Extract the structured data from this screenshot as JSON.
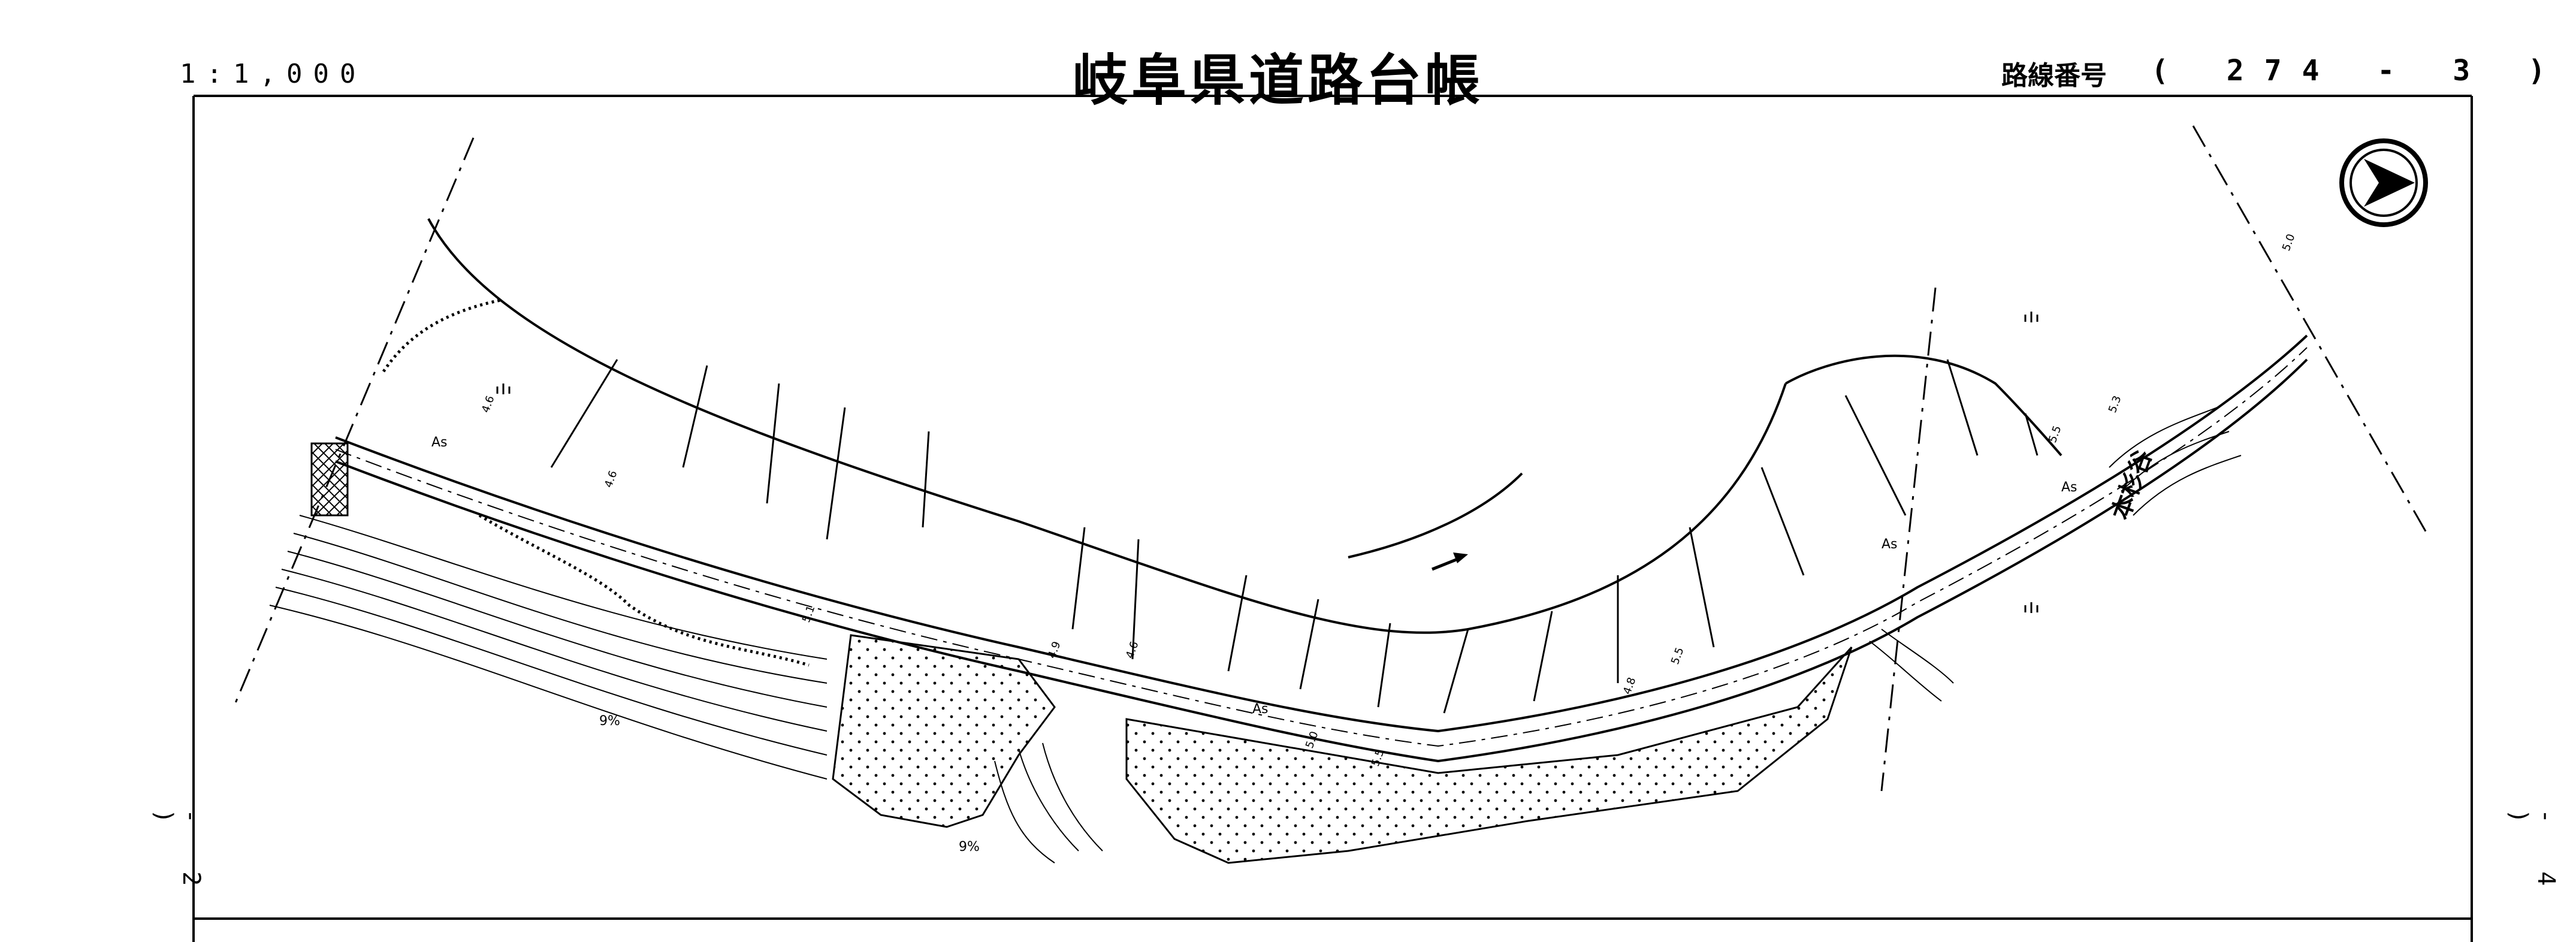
{
  "header": {
    "scale": "1:1,000",
    "title": "岐阜県道路台帳",
    "route_label": "路線番号",
    "route_number": "( 274 - 3 )"
  },
  "sheet_refs": {
    "left": "- 2 )",
    "right": "- 4 )"
  },
  "map": {
    "labels": {
      "slope_left": "9%",
      "slope_center": "9%",
      "surface_a": "As",
      "surface_b": "As",
      "surface_c": "As",
      "surface_d": "As",
      "width_a": "4.6",
      "width_b": "4.6",
      "width_c": "5.1",
      "width_d": "4.9",
      "width_e": "4.6",
      "width_f": "5.0",
      "width_g": "5.5",
      "width_h": "4.8",
      "width_i": "5.5",
      "width_j": "5.5",
      "width_k": "5.3",
      "width_l": "5.0",
      "valley_name": "本杉谷"
    },
    "icons": [
      "north-arrow-icon",
      "flow-arrow-icon",
      "vegetation-mark-icon"
    ]
  },
  "colors": {
    "ink": "#000000",
    "paper": "#ffffff"
  }
}
